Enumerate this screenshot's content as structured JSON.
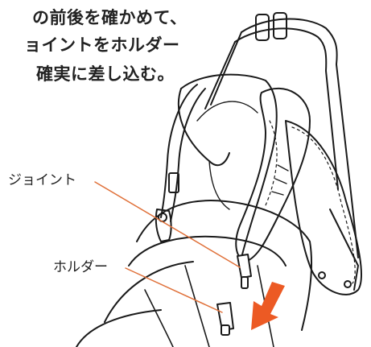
{
  "instructions": {
    "line1": "の前後を確かめて、",
    "line2": "ョイントをホルダー",
    "line3": "確実に差し込む。"
  },
  "labels": {
    "joint": "ジョイント",
    "holder": "ホルダー"
  },
  "colors": {
    "leader": "#e0713a",
    "arrow": "#ec5a24",
    "line": "#1a1a1a"
  },
  "icons": {
    "arrow": "down-arrow-icon"
  }
}
